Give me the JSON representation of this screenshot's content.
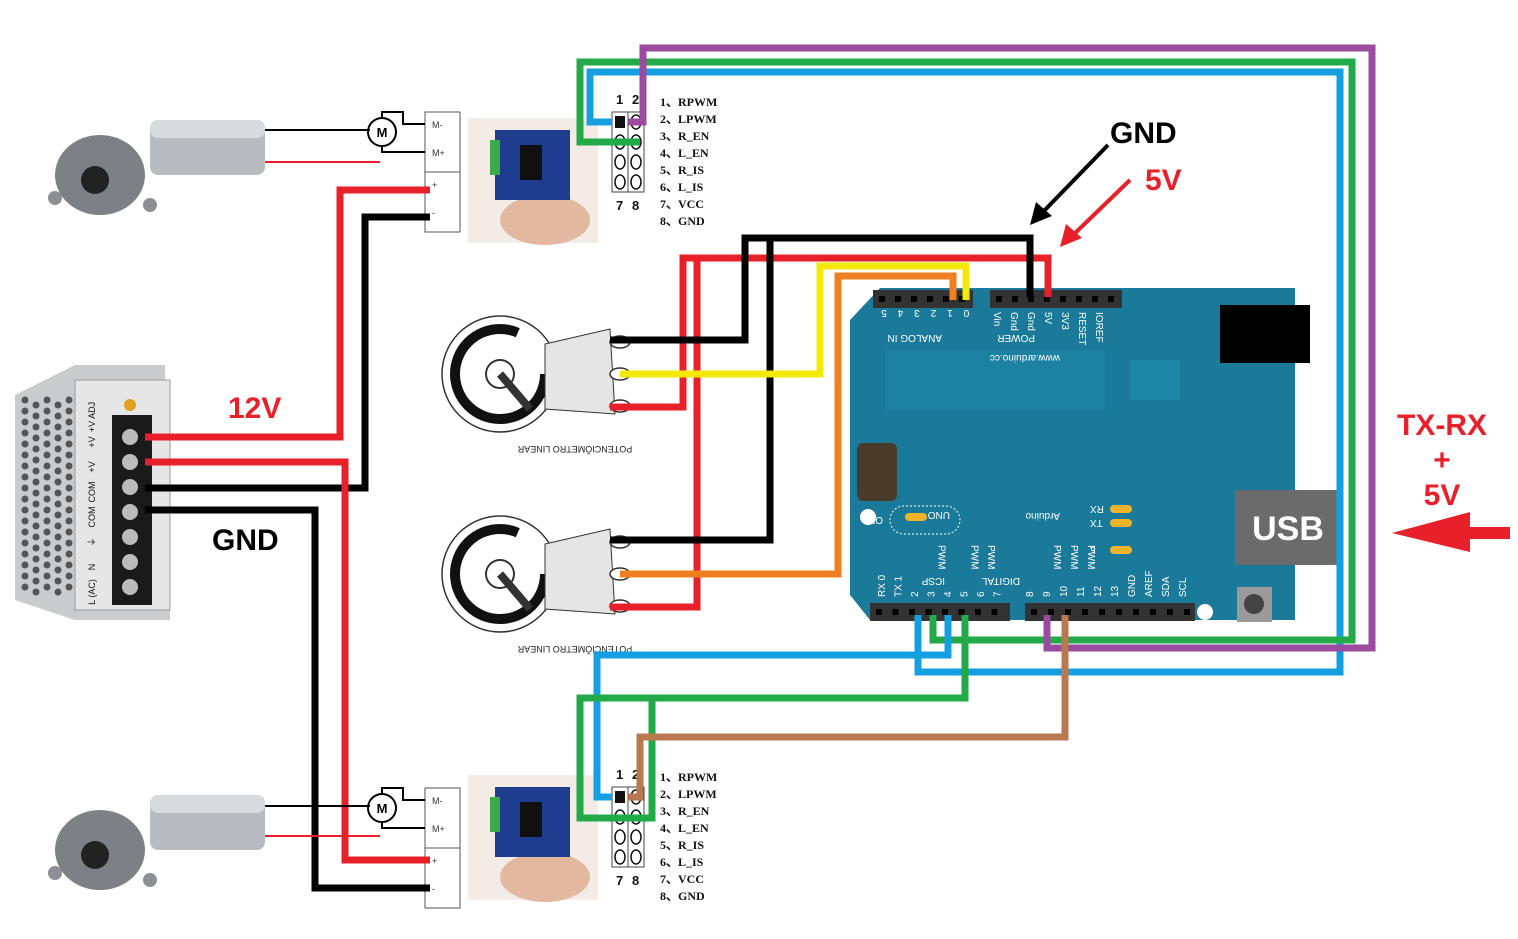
{
  "diagram": {
    "title_labels": {
      "gnd_top": "GND",
      "v5_top": "5V",
      "v12": "12V",
      "gnd_left": "GND",
      "usb": "USB",
      "txrx": "TX-RX",
      "plus": "+",
      "v5_right": "5V"
    },
    "colors": {
      "red": "#e8202a",
      "black": "#000000",
      "yellow": "#f5e90a",
      "orange": "#f07f22",
      "blue": "#14a0e0",
      "green": "#22aa48",
      "purple": "#9b4aa0",
      "brown": "#b97850",
      "board": "#1b7a9a",
      "usb_box": "#6b6b6b"
    },
    "driver_top": {
      "header_top": [
        "1",
        "2"
      ],
      "header_bottom": [
        "7",
        "8"
      ],
      "pins": [
        "1、RPWM",
        "2、LPWM",
        "3、R_EN",
        "4、L_EN",
        "5、R_IS",
        "6、L_IS",
        "7、VCC",
        "8、GND"
      ]
    },
    "driver_bottom": {
      "header_top": [
        "1",
        "2"
      ],
      "header_bottom": [
        "7",
        "8"
      ],
      "pins": [
        "1、RPWM",
        "2、LPWM",
        "3、R_EN",
        "4、L_EN",
        "5、R_IS",
        "6、L_IS",
        "7、VCC",
        "8、GND"
      ]
    },
    "motor_terminal": {
      "m_minus": "M-",
      "m_plus": "M+",
      "plus": "+",
      "minus": "-",
      "motor_symbol": "M"
    },
    "pot_caption": "POTENCIÔMETRO LINEAR",
    "psu_labels": [
      "+V ADJ",
      "+V",
      "+V",
      "COM",
      "COM",
      "⏚",
      "N",
      "L (AC)"
    ],
    "arduino": {
      "brand": "Arduino",
      "model": "UNO",
      "url": "www.arduino.cc",
      "analog_label": "ANALOG IN",
      "analog_pins": [
        "5",
        "4",
        "3",
        "2",
        "1",
        "0"
      ],
      "power_label": "POWER",
      "power_pins": [
        "Vin",
        "Gnd",
        "Gnd",
        "5V",
        "3V3",
        "RESET",
        "IOREF"
      ],
      "icsp": "ICSP",
      "on_label": "ON",
      "leds": [
        "RX",
        "TX",
        "L"
      ],
      "digital_label": "DIGITAL",
      "digital_pins": [
        "RX 0",
        "TX 1",
        "2",
        "3",
        "4",
        "5",
        "6",
        "7",
        "8",
        "9",
        "10",
        "11",
        "12",
        "13",
        "GND",
        "AREF",
        "SDA",
        "SCL"
      ],
      "pwm_label": "PWM"
    }
  }
}
